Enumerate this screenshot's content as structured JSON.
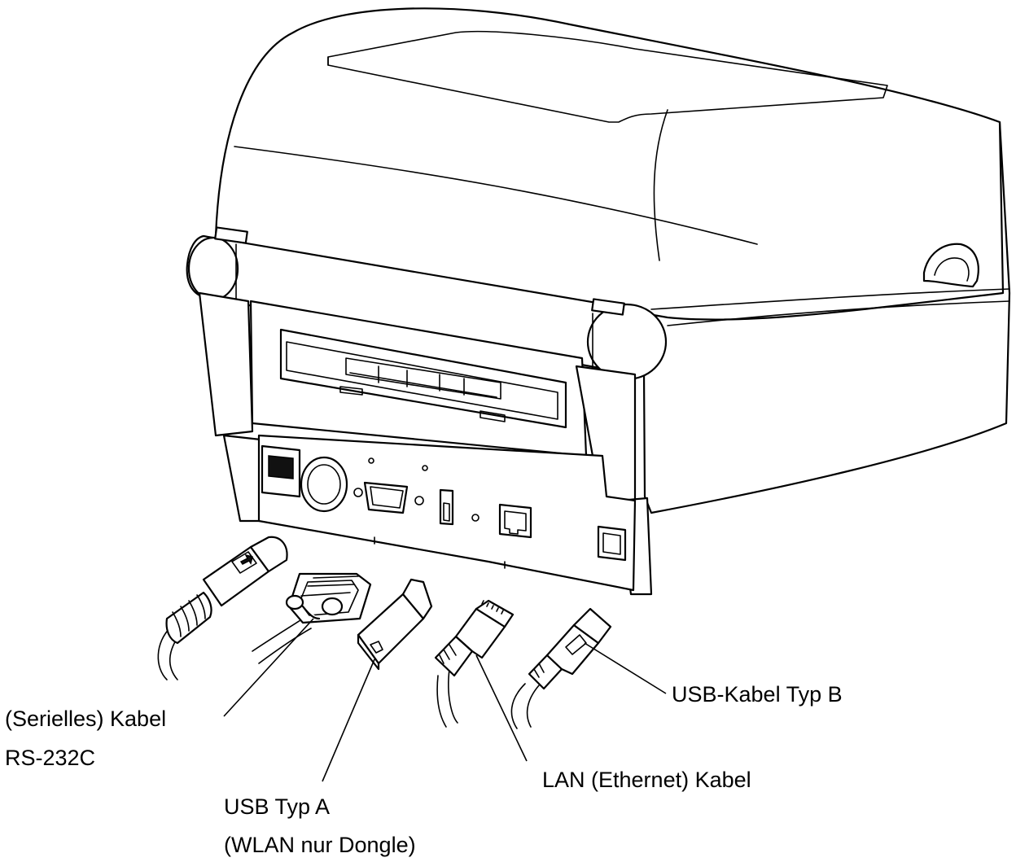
{
  "callouts": {
    "serial": {
      "line1": "(Serielles) Kabel",
      "line2": "RS-232C"
    },
    "usb_a": {
      "line1": "USB Typ A",
      "line2": "(WLAN nur Dongle)"
    },
    "lan": {
      "label": "LAN (Ethernet) Kabel"
    },
    "usb_b": {
      "label": "USB-Kabel Typ B"
    }
  },
  "icons": [
    "printer-illustration",
    "power-switch-icon",
    "power-jack-icon",
    "serial-port-icon",
    "usb-a-port-icon",
    "ethernet-port-icon",
    "usb-b-port-icon",
    "power-plug-icon",
    "serial-connector-icon",
    "usb-dongle-icon",
    "rj45-plug-icon",
    "usb-b-plug-icon"
  ],
  "colors": {
    "ink": "#000000",
    "paper": "#ffffff"
  }
}
